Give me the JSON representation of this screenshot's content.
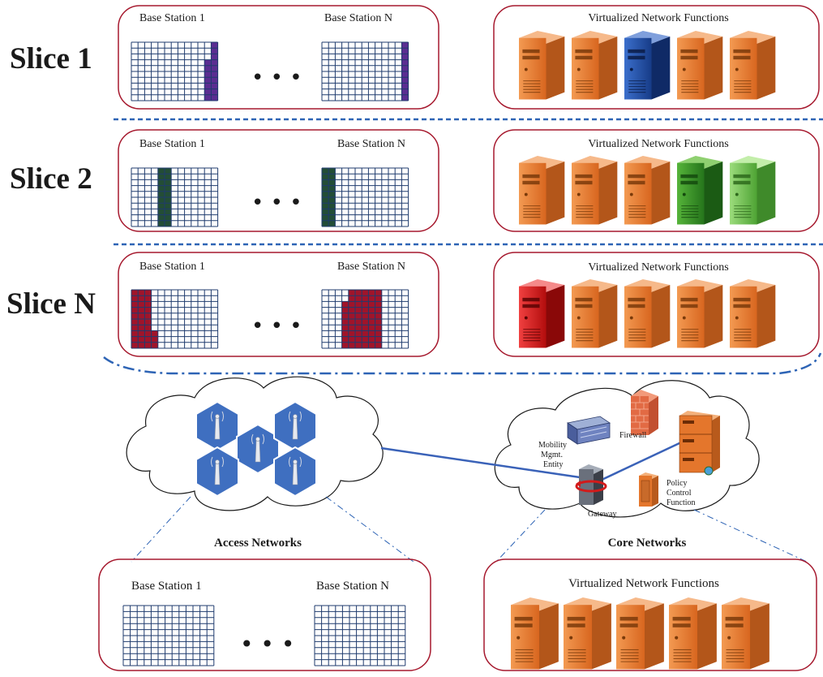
{
  "colors": {
    "panel_border": "#a6192e",
    "grid_line": "#1f3b6e",
    "separator": "#2e64b5",
    "slice1_fill": "#5a2d91",
    "slice2_fill": "#234d36",
    "sliceN_fill": "#a0142a",
    "server_default": "#e4762c",
    "server_blue": "#1f4aa0",
    "server_green_dark": "#2f8a24",
    "server_green_light": "#6ac24a",
    "server_red": "#d81616",
    "hex_fill": "#3f6fc0",
    "link_line": "#3a62b8",
    "cloud_border": "#1a1a1a"
  },
  "slices": [
    {
      "label": "Slice 1",
      "bs_first": "Base Station 1",
      "bs_last": "Base Station N",
      "ellipsis": "• • •",
      "vnf_title": "Virtualized Network Functions",
      "servers": [
        "orange-server-icon",
        "orange-server-icon",
        "blue-server-icon",
        "orange-server-icon",
        "orange-server-icon"
      ]
    },
    {
      "label": "Slice 2",
      "bs_first": "Base Station 1",
      "bs_last": "Base Station N",
      "ellipsis": "• • •",
      "vnf_title": "Virtualized Network Functions",
      "servers": [
        "orange-server-icon",
        "orange-server-icon",
        "orange-server-icon",
        "green-server-icon",
        "light-green-server-icon"
      ]
    },
    {
      "label": "Slice N",
      "bs_first": "Base Station 1",
      "bs_last": "Base Station N",
      "ellipsis": "• • •",
      "vnf_title": "Virtualized Network Functions",
      "servers": [
        "red-server-icon",
        "orange-server-icon",
        "orange-server-icon",
        "orange-server-icon",
        "orange-server-icon"
      ]
    }
  ],
  "bottom": {
    "bs_first": "Base Station 1",
    "bs_last": "Base Station N",
    "ellipsis": "• • •",
    "vnf_title": "Virtualized Network Functions",
    "servers": [
      "orange-server-icon",
      "orange-server-icon",
      "orange-server-icon",
      "orange-server-icon",
      "orange-server-icon"
    ]
  },
  "access_cloud": {
    "caption": "Access Networks"
  },
  "core_cloud": {
    "caption": "Core Networks",
    "mme_label": [
      "Mobility",
      "Mgmt.",
      "Entity"
    ],
    "firewall_label": "Firewall",
    "gateway_label": "Gateway",
    "pcf_label": [
      "Policy",
      "Control",
      "Function"
    ]
  }
}
